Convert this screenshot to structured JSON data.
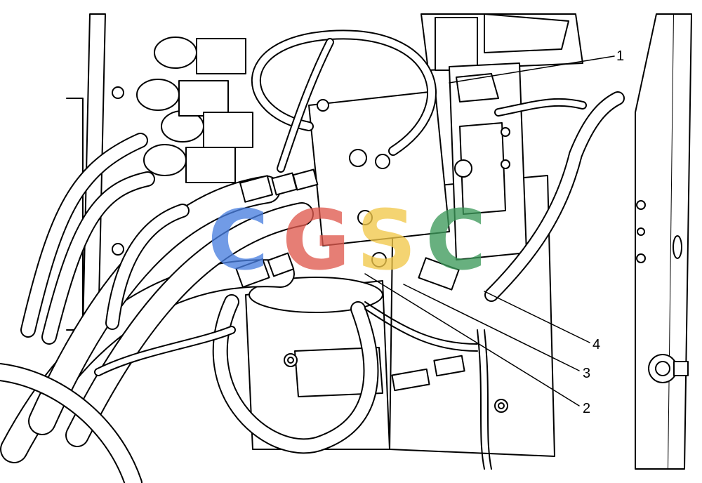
{
  "callouts": [
    {
      "id": "1",
      "label": "1"
    },
    {
      "id": "2",
      "label": "2"
    },
    {
      "id": "3",
      "label": "3"
    },
    {
      "id": "4",
      "label": "4"
    }
  ],
  "watermark": {
    "letters": [
      "C",
      "G",
      "S",
      "C"
    ],
    "colors": [
      "#4a7fe0",
      "#e05a4f",
      "#f2c84b",
      "#3e9b5c"
    ]
  },
  "colors": {
    "line": "#000000",
    "background": "#ffffff"
  }
}
